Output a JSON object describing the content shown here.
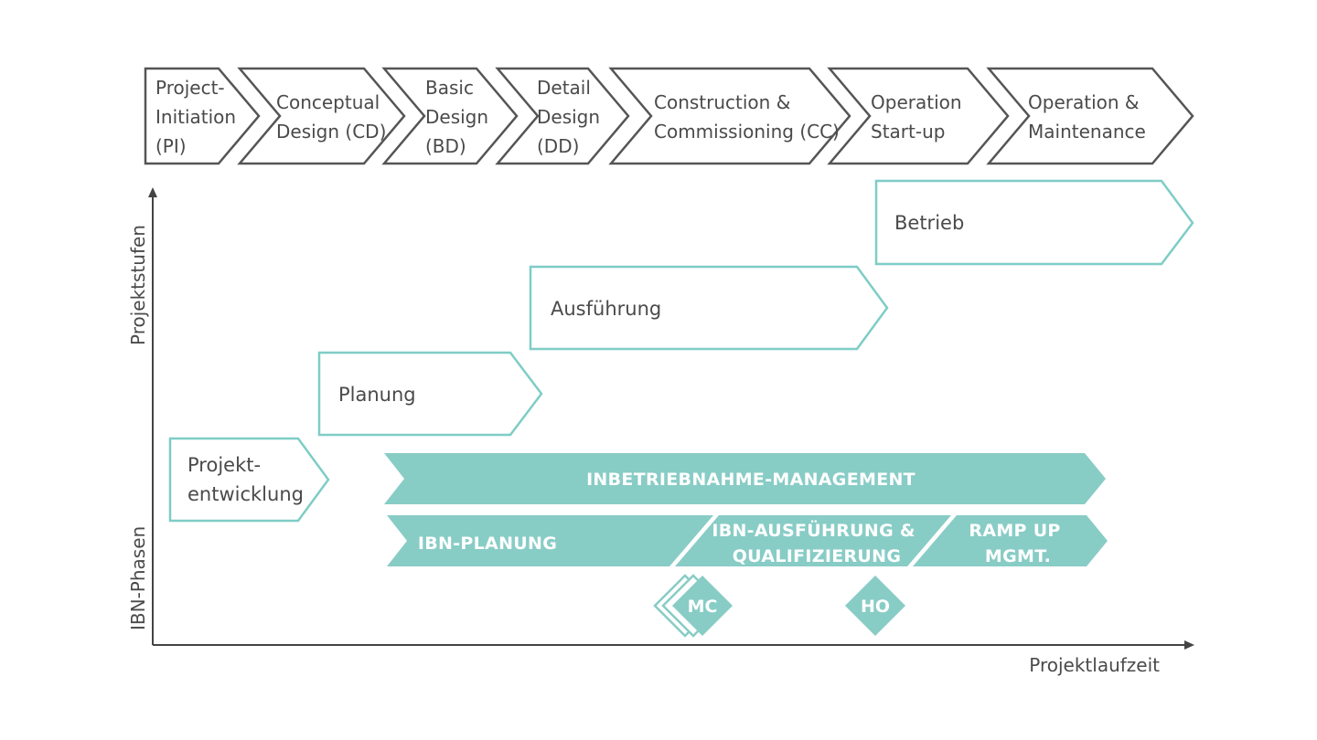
{
  "colors": {
    "phase_stroke": "#555555",
    "stage_stroke": "#7ecdc6",
    "ibn_fill": "#88ccc6",
    "axis": "#444444",
    "text": "#4a4a4a"
  },
  "phases": [
    {
      "lines": [
        "Project-",
        "Initiation",
        "(PI)"
      ]
    },
    {
      "lines": [
        "Conceptual",
        "Design (CD)"
      ]
    },
    {
      "lines": [
        "Basic",
        "Design",
        "(BD)"
      ]
    },
    {
      "lines": [
        "Detail",
        "Design",
        "(DD)"
      ]
    },
    {
      "lines": [
        "Construction &",
        "Commissioning (CC)"
      ]
    },
    {
      "lines": [
        "Operation",
        "Start-up"
      ]
    },
    {
      "lines": [
        "Operation &",
        "Maintenance"
      ]
    }
  ],
  "stages": [
    {
      "lines": [
        "Projekt-",
        "entwicklung"
      ]
    },
    {
      "lines": [
        "Planung"
      ]
    },
    {
      "lines": [
        "Ausführung"
      ]
    },
    {
      "lines": [
        "Betrieb"
      ]
    }
  ],
  "axes": {
    "y_upper": "Projektstufen",
    "y_lower": "IBN-Phasen",
    "x": "Projektlaufzeit"
  },
  "ibn": {
    "management": "INBETRIEBNAHME-MANAGEMENT",
    "sub_phases": [
      {
        "lines": [
          "IBN-PLANUNG"
        ]
      },
      {
        "lines": [
          "IBN-AUSFÜHRUNG &",
          "QUALIFIZIERUNG"
        ]
      },
      {
        "lines": [
          "RAMP UP",
          "MGMT."
        ]
      }
    ]
  },
  "milestones": [
    {
      "label": "MC"
    },
    {
      "label": "HO"
    }
  ]
}
